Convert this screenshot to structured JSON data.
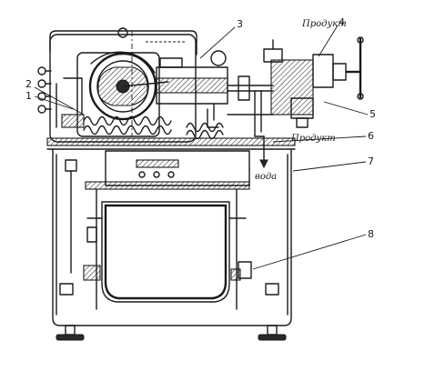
{
  "callouts": [
    {
      "id": "c1",
      "text": "1"
    },
    {
      "id": "c2",
      "text": "2"
    },
    {
      "id": "c3",
      "text": "3"
    },
    {
      "id": "c4",
      "text": "4"
    },
    {
      "id": "c5",
      "text": "5"
    },
    {
      "id": "c6",
      "text": "6"
    },
    {
      "id": "c7",
      "text": "7"
    },
    {
      "id": "c8",
      "text": "8"
    }
  ],
  "flow_labels": {
    "product_top": "Продукт",
    "product_side": "Продукт",
    "water": "вода"
  },
  "colors": {
    "line": "#1a1a1a",
    "background": "#ffffff"
  }
}
